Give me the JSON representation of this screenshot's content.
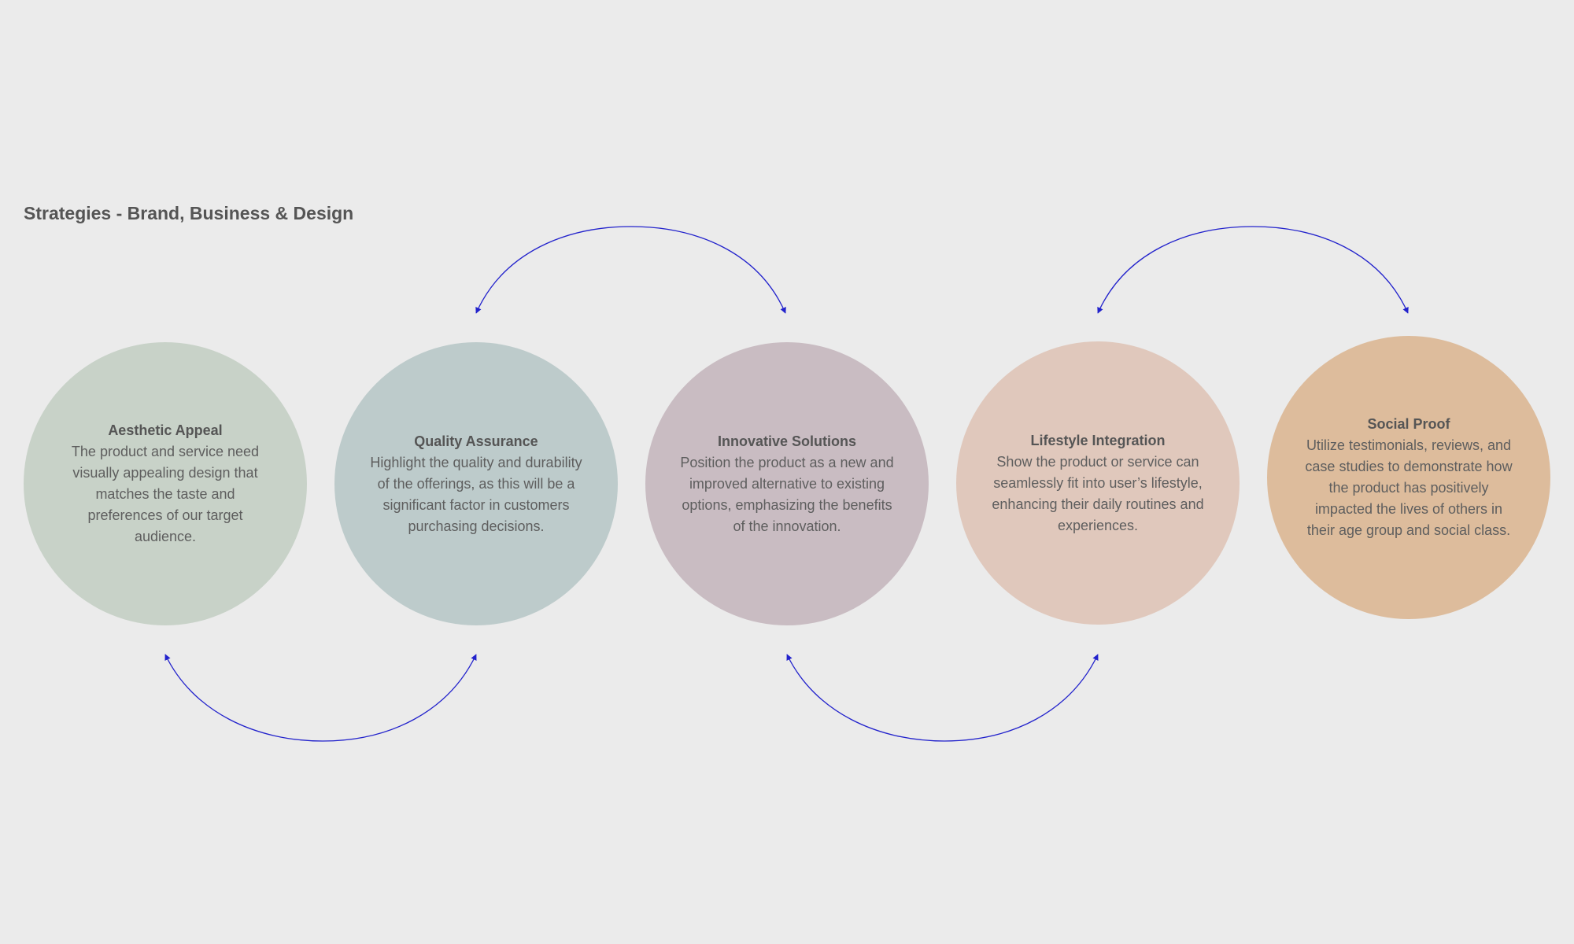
{
  "diagram": {
    "title": "Strategies - Brand, Business & Design",
    "arrow_color": "#2222cc",
    "nodes": [
      {
        "title": "Aesthetic Appeal",
        "description": "The product and service need visually appealing design that matches the taste and preferences of our target audience.",
        "color": "#c8d2c8"
      },
      {
        "title": "Quality Assurance",
        "description": "Highlight the quality and durability of the offerings, as this will be a significant factor in customers purchasing decisions.",
        "color": "#bdcbcb"
      },
      {
        "title": "Innovative Solutions",
        "description": "Position the product as a new and improved alternative to existing options, emphasizing the benefits of the innovation.",
        "color": "#c9bcc2"
      },
      {
        "title": "Lifestyle Integration",
        "description": "Show the product or service can seamlessly fit into user’s lifestyle, enhancing their daily routines and experiences.",
        "color": "#e0c8bc"
      },
      {
        "title": "Social Proof",
        "description": "Utilize testimonials, reviews, and case studies to demonstrate how the product has positively impacted the lives of others in their age group and social class.",
        "color": "#ddbc9c"
      }
    ]
  }
}
